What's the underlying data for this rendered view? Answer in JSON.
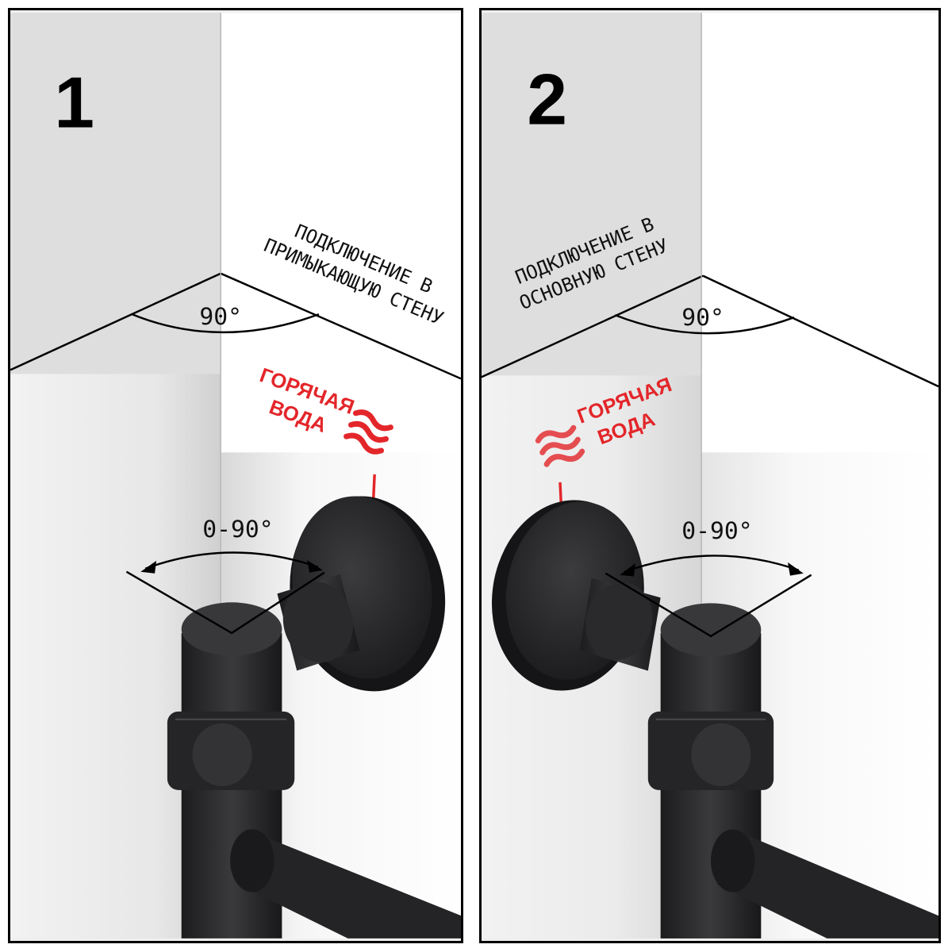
{
  "panels": [
    {
      "number": "1",
      "label_lines": [
        "ПОДКЛЮЧЕНИЕ В",
        "ПРИМЫКАЮЩУЮ СТЕНУ"
      ],
      "wall_angle": "90°",
      "rotation_range": "0-90°",
      "hot_water_lines": [
        "ГОРЯЧАЯ",
        "ВОДА"
      ]
    },
    {
      "number": "2",
      "label_lines": [
        "ПОДКЛЮЧЕНИЕ В",
        "ОСНОВНУЮ СТЕНУ"
      ],
      "wall_angle": "90°",
      "rotation_range": "0-90°",
      "hot_water_lines": [
        "ГОРЯЧАЯ",
        "ВОДА"
      ]
    }
  ],
  "colors": {
    "hot_water": "#e3262a",
    "fitting": "#2b2b2d",
    "wall_light": "#f7f7f7",
    "wall_grey": "#d9d9d9",
    "frame": "#000000"
  },
  "icons": {
    "hot_water": "heat-waves-icon",
    "rotation": "double-arrow-arc-icon"
  }
}
